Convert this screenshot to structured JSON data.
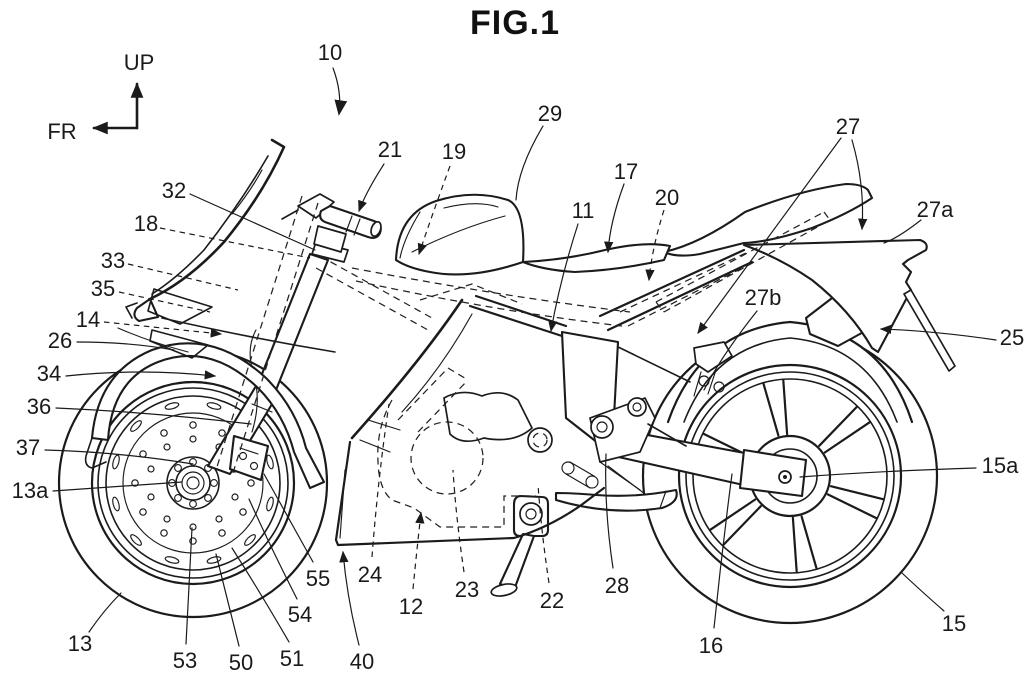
{
  "figure": {
    "title": "FIG.1"
  },
  "orientation": {
    "up": "UP",
    "fr": "FR"
  },
  "labels": {
    "10": "10",
    "11": "11",
    "12": "12",
    "13": "13",
    "13a": "13a",
    "14": "14",
    "15": "15",
    "15a": "15a",
    "16": "16",
    "17": "17",
    "18": "18",
    "19": "19",
    "20": "20",
    "21": "21",
    "22": "22",
    "23": "23",
    "24": "24",
    "25": "25",
    "26": "26",
    "27": "27",
    "27a": "27a",
    "27b": "27b",
    "28": "28",
    "29": "29",
    "32": "32",
    "33": "33",
    "34": "34",
    "35": "35",
    "36": "36",
    "37": "37",
    "40": "40",
    "50": "50",
    "51": "51",
    "53": "53",
    "54": "54",
    "55": "55"
  }
}
